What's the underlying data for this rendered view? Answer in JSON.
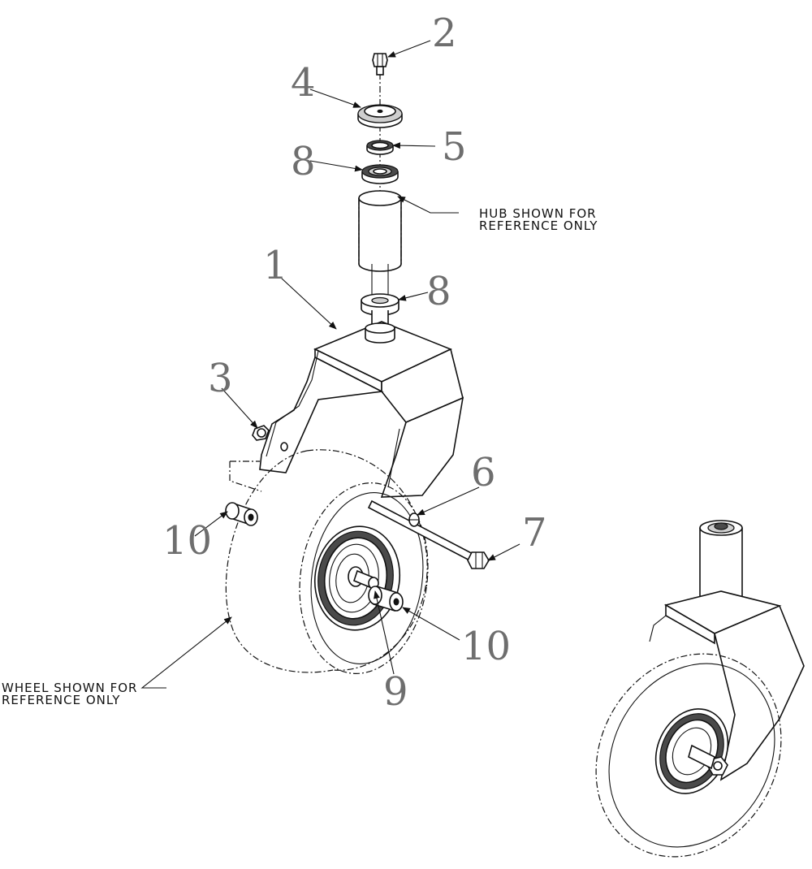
{
  "callouts": [
    {
      "id": "c2",
      "label": "2"
    },
    {
      "id": "c4",
      "label": "4"
    },
    {
      "id": "c5",
      "label": "5"
    },
    {
      "id": "c8-top",
      "label": "8"
    },
    {
      "id": "c8-low",
      "label": "8"
    },
    {
      "id": "c1",
      "label": "1"
    },
    {
      "id": "c3",
      "label": "3"
    },
    {
      "id": "c6",
      "label": "6"
    },
    {
      "id": "c7",
      "label": "7"
    },
    {
      "id": "c10-left",
      "label": "10"
    },
    {
      "id": "c10-right",
      "label": "10"
    },
    {
      "id": "c9",
      "label": "9"
    }
  ],
  "notes": {
    "hub": [
      "HUB SHOWN FOR",
      "REFERENCE ONLY"
    ],
    "wheel": [
      "WHEEL SHOWN FOR",
      "REFERENCE ONLY"
    ]
  },
  "colors": {
    "line": "#111111",
    "callout": "#6e6e6e",
    "background": "#ffffff"
  }
}
